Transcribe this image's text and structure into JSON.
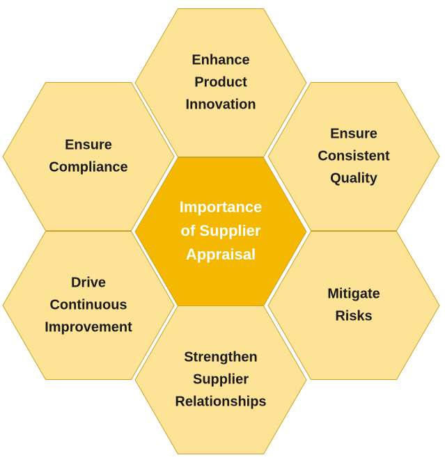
{
  "diagram": {
    "center": {
      "lines": [
        "Importance",
        "of Supplier",
        "Appraisal"
      ],
      "fill": "#F5B800"
    },
    "outer_fill": "#FDE396",
    "stroke": "#C9A227",
    "hexagons": [
      {
        "id": "top",
        "lines": [
          "Enhance",
          "Product",
          "Innovation"
        ]
      },
      {
        "id": "upper-left",
        "lines": [
          "Ensure",
          "Compliance"
        ]
      },
      {
        "id": "upper-right",
        "lines": [
          "Ensure",
          "Consistent",
          "Quality"
        ]
      },
      {
        "id": "lower-left",
        "lines": [
          "Drive",
          "Continuous",
          "Improvement"
        ]
      },
      {
        "id": "lower-right",
        "lines": [
          "Mitigate",
          "Risks"
        ]
      },
      {
        "id": "bottom",
        "lines": [
          "Strengthen",
          "Supplier",
          "Relationships"
        ]
      }
    ]
  }
}
